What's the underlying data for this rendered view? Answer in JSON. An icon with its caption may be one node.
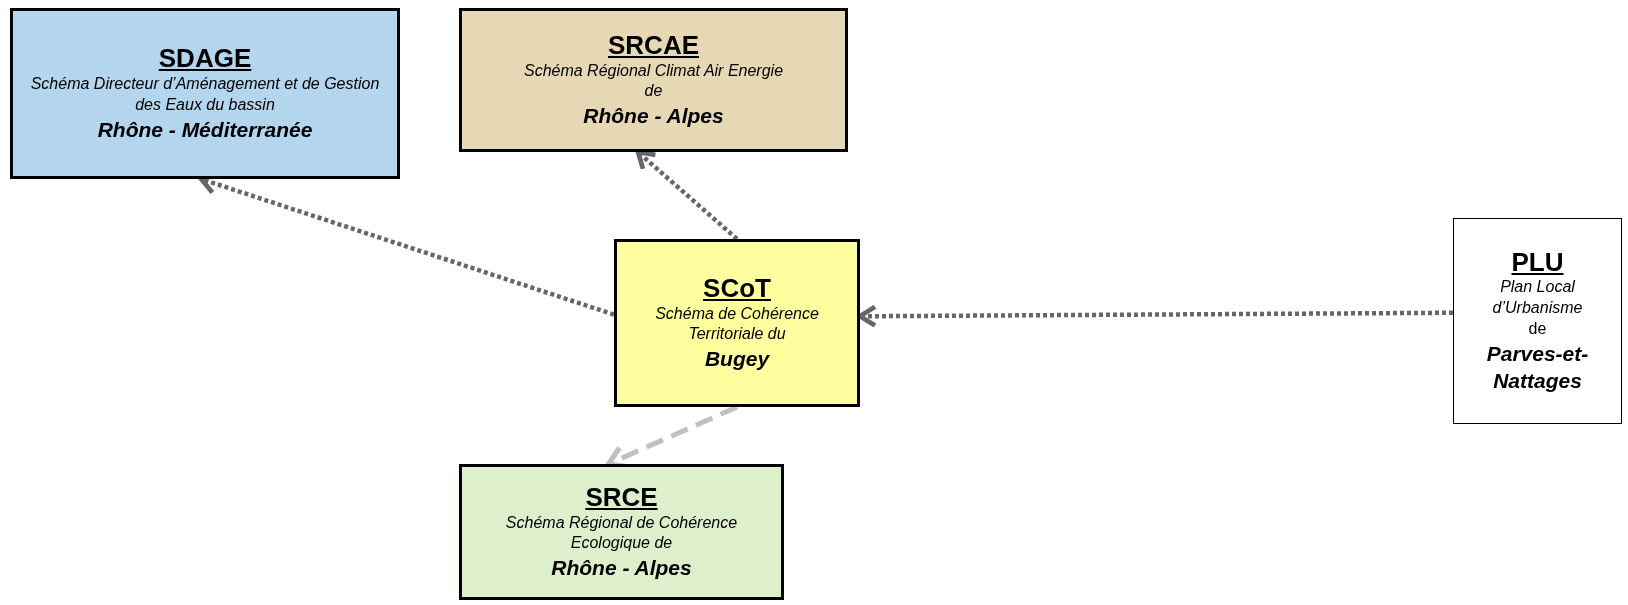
{
  "diagram": {
    "nodes": [
      {
        "text": [
          "SDAGE",
          "Schéma Directeur d’Aménagement et de Gestion des Eaux du bassin",
          "Rhône - Méditerranée"
        ]
      },
      {
        "text": [
          "SRCAE",
          "Schéma Régional Climat Air Energie",
          "de",
          "Rhône - Alpes"
        ]
      },
      {
        "text": [
          "SCoT",
          "Schéma de Cohérence Territoriale du",
          "Bugey"
        ]
      },
      {
        "text": [
          "PLU",
          "Plan Local d’Urbanisme",
          "de",
          "Parves-et-Nattages"
        ]
      },
      {
        "text": [
          "SRCE",
          "Schéma Régional de Cohérence Ecologique de",
          "Rhône - Alpes"
        ]
      }
    ],
    "edges": [
      {
        "from": 2,
        "to": 0,
        "arrow": "to"
      },
      {
        "from": 2,
        "to": 1,
        "arrow": "to"
      },
      {
        "from": 3,
        "to": 2,
        "arrow": "to"
      },
      {
        "from": 2,
        "to": 4,
        "arrow": "to",
        "style": "dashed",
        "color": "#c0c0c0"
      }
    ]
  }
}
